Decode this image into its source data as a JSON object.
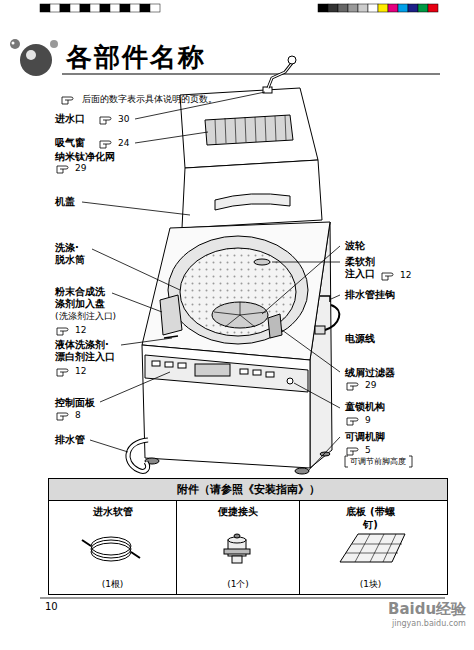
{
  "diagram": {
    "title": "各部件名称",
    "nodes": [
      {
        "text": [
          "附件（请参照《安装指南》）"
        ]
      },
      {
        "text": [
          "进水软管",
          "(1根)"
        ],
        "in": 0
      },
      {
        "text": [
          "便捷接头",
          "(1个)"
        ],
        "in": 0
      },
      {
        "text": [
          "底板 (带螺钉)",
          "(1块)"
        ],
        "in": 0
      }
    ],
    "labels": [
      "后面的数字表示具体说明的页数。",
      "进水口",
      "30",
      "吸气窗",
      "24",
      "纳米钛净化网",
      "29",
      "机盖",
      "洗涤· 脱水筒",
      "波轮",
      "柔软剂 注入口",
      "12",
      "粉末合成洗 涤剂加入盘",
      "(洗涤剂注入口)",
      "12",
      "排水管挂钩",
      "电源线",
      "液体洗涤剂· 漂白剂注入口",
      "12",
      "绒屑过滤器",
      "29",
      "控制面板",
      "8",
      "童锁机构",
      "9",
      "排水管",
      "可调机脚",
      "5",
      "可调节前脚高度",
      "10",
      "Baidu经验",
      "jingyan.baidu.com"
    ]
  }
}
